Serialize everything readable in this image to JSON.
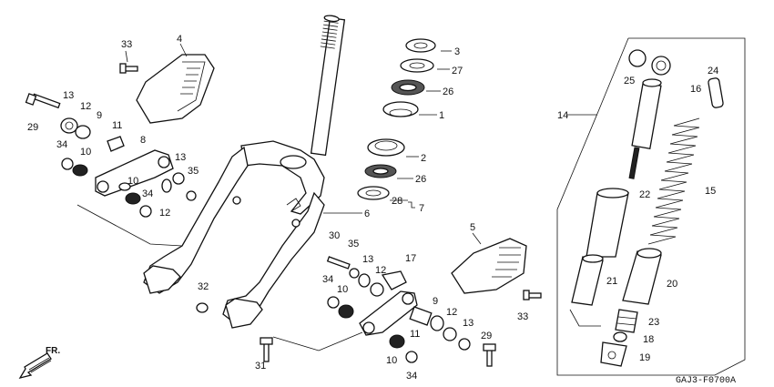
{
  "diagram_code": "GAJ3-F0700A",
  "direction_label": "FR.",
  "callouts": {
    "c1": "1",
    "c2": "2",
    "c3": "3",
    "c4": "4",
    "c5": "5",
    "c6": "6",
    "c7": "7",
    "c8": "8",
    "c9a": "9",
    "c9b": "9",
    "c10a": "10",
    "c10b": "10",
    "c10c": "10",
    "c11a": "11",
    "c11b": "11",
    "c12a": "12",
    "c12b": "12",
    "c12c": "12",
    "c12d": "12",
    "c13a": "13",
    "c13b": "13",
    "c13c": "13",
    "c13d": "13",
    "c14": "14",
    "c15": "15",
    "c16": "16",
    "c17": "17",
    "c18": "18",
    "c19": "19",
    "c20": "20",
    "c21": "21",
    "c22": "22",
    "c23": "23",
    "c24": "24",
    "c25": "25",
    "c26a": "26",
    "c26b": "26",
    "c27": "27",
    "c28": "28",
    "c29a": "29",
    "c29b": "29",
    "c30": "30",
    "c31": "31",
    "c32": "32",
    "c33a": "33",
    "c33b": "33",
    "c34a": "34",
    "c34b": "34",
    "c34c": "34",
    "c34d": "34",
    "c35a": "35",
    "c35b": "35"
  }
}
